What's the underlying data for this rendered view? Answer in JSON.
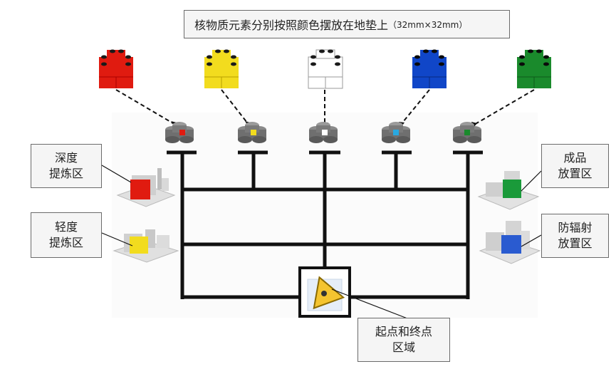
{
  "title": {
    "main": "核物质元素分别按照颜色摆放在地垫上",
    "suffix": "（32mm×32mm）"
  },
  "bricks": [
    {
      "color_name": "red",
      "hex": "#e01b10"
    },
    {
      "color_name": "yellow",
      "hex": "#f2dc1e"
    },
    {
      "color_name": "white",
      "hex": "#ffffff"
    },
    {
      "color_name": "blue",
      "hex": "#1046c8"
    },
    {
      "color_name": "green",
      "hex": "#1a8a2c"
    }
  ],
  "zones": {
    "deep_refine": "深度\n提炼区",
    "light_refine": "轻度\n提炼区",
    "product": "成品\n放置区",
    "radiation": "防辐射\n放置区",
    "start_end": "起点和终点\n区域"
  },
  "icons": {
    "warning": "radiation-warning-icon",
    "factory": "factory-icon",
    "building": "building-icon",
    "storage": "barrel-stack-icon"
  },
  "colors": {
    "track": "#111111",
    "box_border": "#6b6b6b",
    "box_fill": "#f5f5f5"
  }
}
